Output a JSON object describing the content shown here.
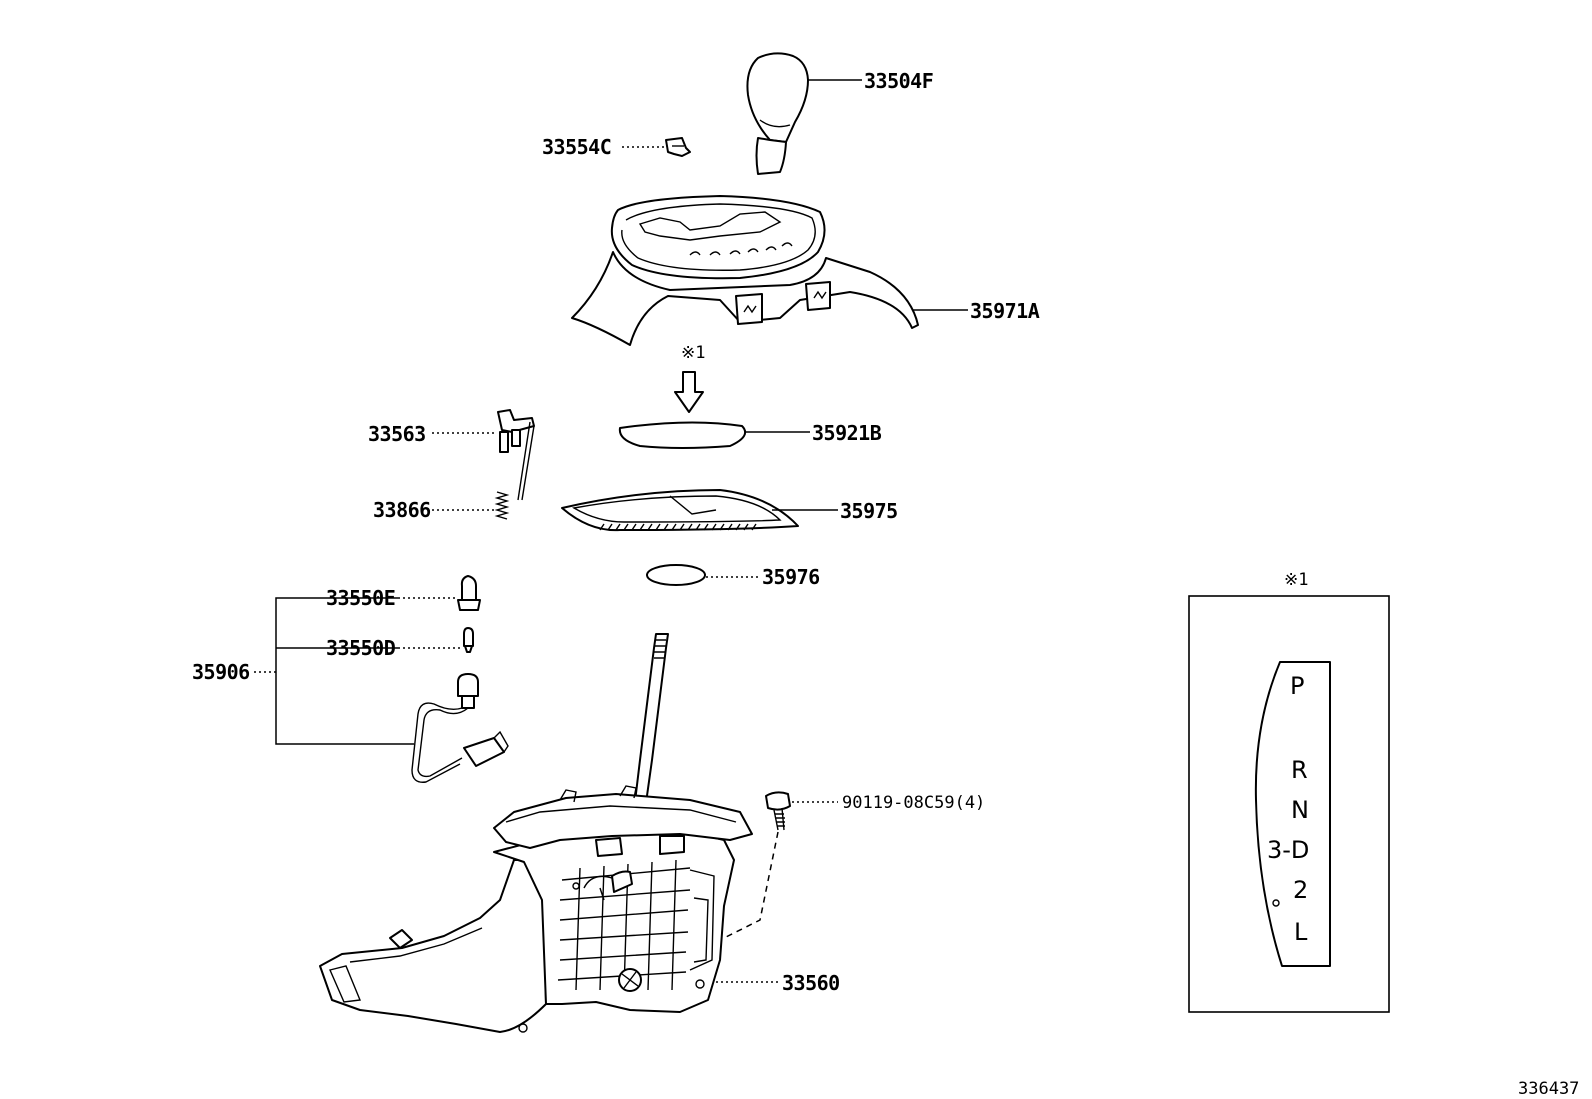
{
  "parts": {
    "p33504F": "33504F",
    "p33554C": "33554C",
    "p35971A": "35971A",
    "p33563": "33563",
    "p35921B": "35921B",
    "p33866": "33866",
    "p35975": "35975",
    "p35976": "35976",
    "p33550E": "33550E",
    "p33550D": "33550D",
    "p35906": "35906",
    "p90119": "90119-08C59(4)",
    "p33560": "33560"
  },
  "note_mark": "※1",
  "inset": {
    "title": "※1",
    "positions": [
      "P",
      "R",
      "N",
      "3-D",
      "2",
      "L"
    ]
  },
  "figure_number": "336437"
}
